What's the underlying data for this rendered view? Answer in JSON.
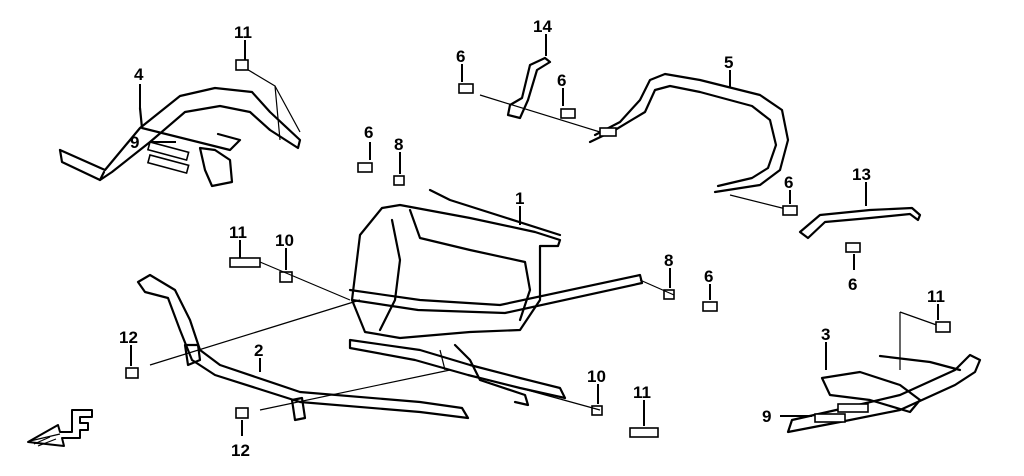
{
  "diagram": {
    "callouts": {
      "c1": "1",
      "c2": "2",
      "c3": "3",
      "c4": "4",
      "c5": "5",
      "c6a": "6",
      "c6b": "6",
      "c6c": "6",
      "c6d": "6",
      "c6e": "6",
      "c6f": "6",
      "c8a": "8",
      "c8b": "8",
      "c9a": "9",
      "c9b": "9",
      "c10a": "10",
      "c10b": "10",
      "c11a": "11",
      "c11b": "11",
      "c11c": "11",
      "c11d": "11",
      "c12a": "12",
      "c12b": "12",
      "c13": "13",
      "c14": "14"
    },
    "front_marker": "F"
  }
}
